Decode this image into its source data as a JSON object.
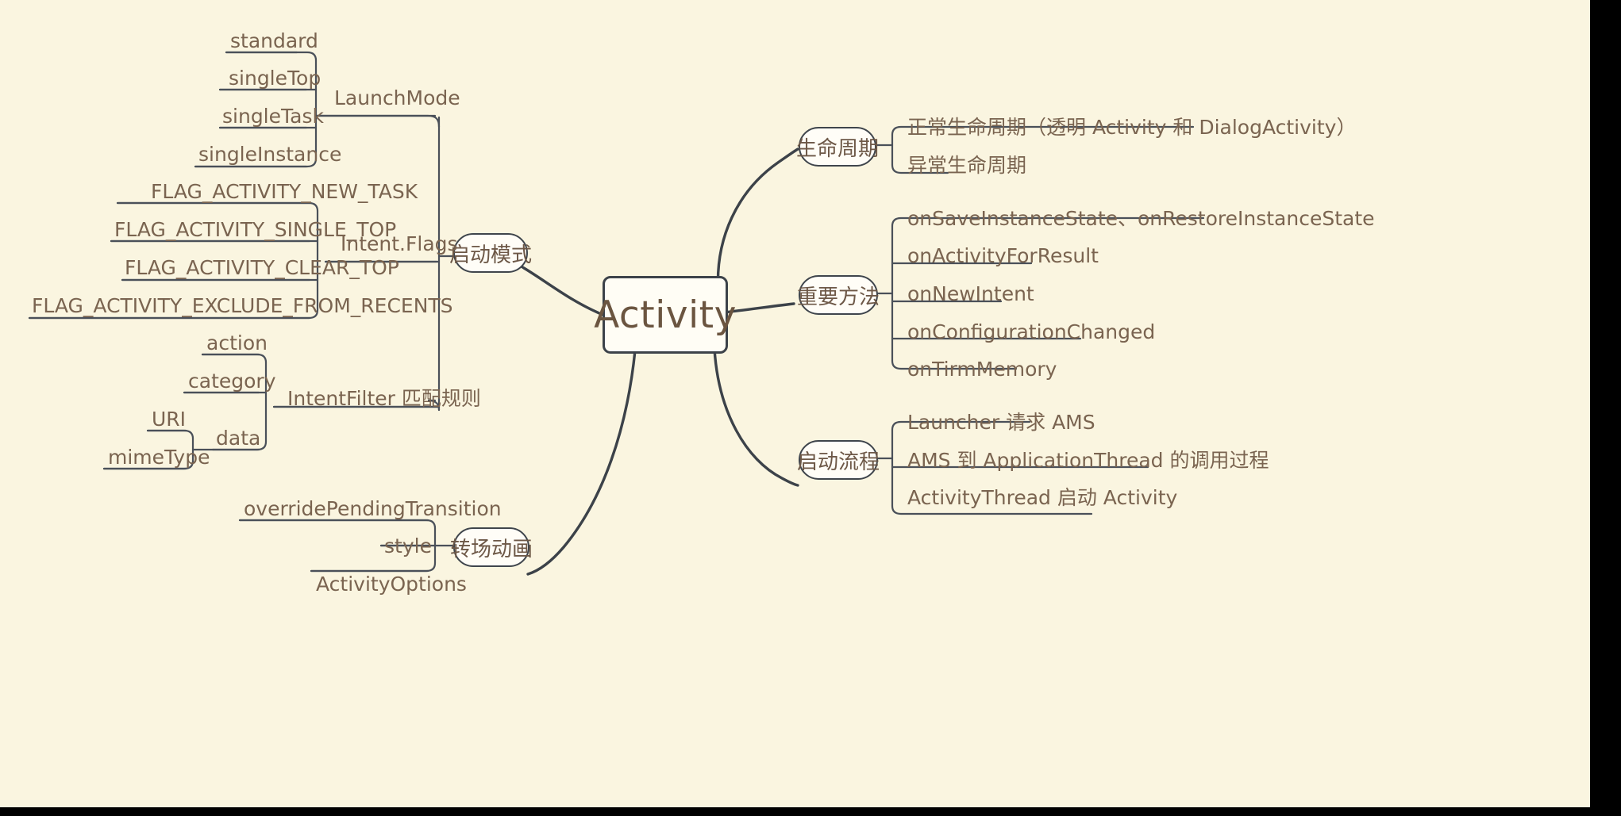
{
  "diagram": {
    "type": "mindmap",
    "title": "Activity",
    "background_color": "#faf5e0",
    "text_color": "#7a6450",
    "line_color": "#4a5059",
    "root": {
      "label": "Activity"
    },
    "branches": [
      {
        "label": "启动模式",
        "side": "left",
        "children": [
          {
            "label": "LaunchMode",
            "children": [
              {
                "label": "standard"
              },
              {
                "label": "singleTop"
              },
              {
                "label": "singleTask"
              },
              {
                "label": "singleInstance"
              }
            ]
          },
          {
            "label": "Intent.Flags",
            "children": [
              {
                "label": "FLAG_ACTIVITY_NEW_TASK"
              },
              {
                "label": "FLAG_ACTIVITY_SINGLE_TOP"
              },
              {
                "label": "FLAG_ACTIVITY_CLEAR_TOP"
              },
              {
                "label": "FLAG_ACTIVITY_EXCLUDE_FROM_RECENTS"
              }
            ]
          },
          {
            "label": "IntentFilter 匹配规则",
            "children": [
              {
                "label": "action"
              },
              {
                "label": "category"
              },
              {
                "label": "data",
                "children": [
                  {
                    "label": "URI"
                  },
                  {
                    "label": "mimeType"
                  }
                ]
              }
            ]
          }
        ]
      },
      {
        "label": "转场动画",
        "side": "left",
        "children": [
          {
            "label": "overridePendingTransition"
          },
          {
            "label": "style"
          },
          {
            "label": "ActivityOptions"
          }
        ]
      },
      {
        "label": "生命周期",
        "side": "right",
        "children": [
          {
            "label": "正常生命周期（透明 Activity 和 DialogActivity）"
          },
          {
            "label": "异常生命周期"
          }
        ]
      },
      {
        "label": "重要方法",
        "side": "right",
        "children": [
          {
            "label": "onSaveInstanceState、onRestoreInstanceState"
          },
          {
            "label": "onActivityForResult"
          },
          {
            "label": "onNewIntent"
          },
          {
            "label": "onConfigurationChanged"
          },
          {
            "label": "onTirmMemory"
          }
        ]
      },
      {
        "label": "启动流程",
        "side": "right",
        "children": [
          {
            "label": "Launcher 请求 AMS"
          },
          {
            "label": "AMS 到 ApplicationThread 的调用过程"
          },
          {
            "label": "ActivityThread 启动 Activity"
          }
        ]
      }
    ]
  }
}
